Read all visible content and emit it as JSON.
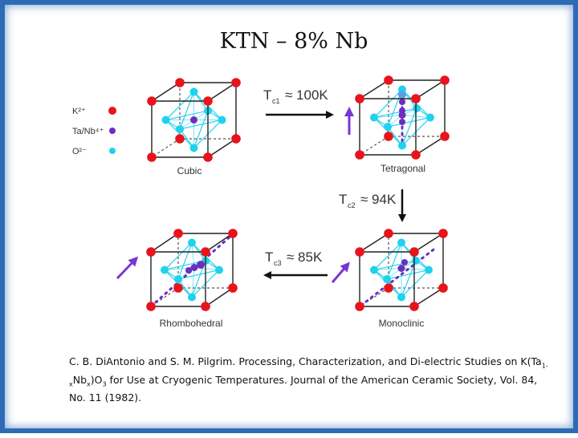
{
  "title": "KTN – 8% Nb",
  "legend": [
    {
      "label": "K²⁺",
      "color": "#e8141b"
    },
    {
      "label": "Ta/Nb⁴⁺",
      "color": "#6a2fc0"
    },
    {
      "label": "O²⁻",
      "color": "#1fd2ee"
    }
  ],
  "phases": {
    "cubic": "Cubic",
    "tetragonal": "Tetragonal",
    "rhombohedral": "Rhombohedral",
    "monoclinic": "Monoclinic"
  },
  "transitions": {
    "tc1": {
      "symbol": "T",
      "subscript": "c1",
      "value": "≈ 100K"
    },
    "tc2": {
      "symbol": "T",
      "subscript": "c2",
      "value": "≈ 94K"
    },
    "tc3": {
      "symbol": "T",
      "subscript": "c3",
      "value": "≈ 85K"
    }
  },
  "citation": {
    "part1": "C. B. DiAntonio and S. M. Pilgrim. Processing, Characterization, and Di-electric Studies on K(Ta",
    "sub1": "1-x",
    "part2": "Nb",
    "sub2": "x",
    "part3": ")O",
    "sub3": "3",
    "part4": " for Use at Cryogenic Temperatures. Journal of the American Ceramic Society, Vol. 84, No. 11 (1982)."
  },
  "colors": {
    "border": "#2f6bb5",
    "k_ion": "#e8141b",
    "ta_nb_ion": "#6a2fc0",
    "o_ion": "#1fd2ee",
    "polarization_arrow": "#7a35d6"
  }
}
